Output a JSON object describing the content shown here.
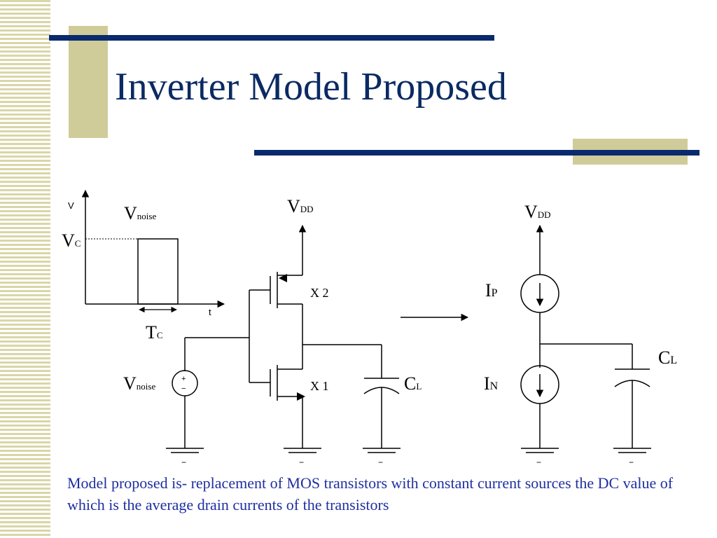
{
  "slide": {
    "title": "Inverter Model Proposed",
    "caption": "Model proposed is- replacement of MOS transistors with constant current sources the DC value of which is the average drain currents of the transistors"
  },
  "waveform": {
    "y_axis_label": "V",
    "x_axis_label": "t",
    "signal_label_main": "V",
    "signal_label_sub": "noise",
    "level_label_main": "V",
    "level_label_sub": "C",
    "pulse_width_label_main": "T",
    "pulse_width_label_sub": "C"
  },
  "inverter": {
    "supply_main": "V",
    "supply_sub": "DD",
    "pmos_label": "X 2",
    "nmos_label": "X 1",
    "source_label_main": "V",
    "source_label_sub": "noise",
    "source_plus": "+",
    "source_minus": "−",
    "cap_main": "C",
    "cap_sub": "L",
    "ground_minus": "−"
  },
  "model": {
    "supply_main": "V",
    "supply_sub": "DD",
    "ip_main": "I",
    "ip_sub": "P",
    "in_main": "I",
    "in_sub": "N",
    "cap_main": "C",
    "cap_sub": "L",
    "ground_minus": "−"
  },
  "colors": {
    "title": "#0b2a63",
    "caption": "#1f2fa0",
    "accent_bar": "#0a2a6e",
    "accent_block": "#cfcc9a"
  }
}
